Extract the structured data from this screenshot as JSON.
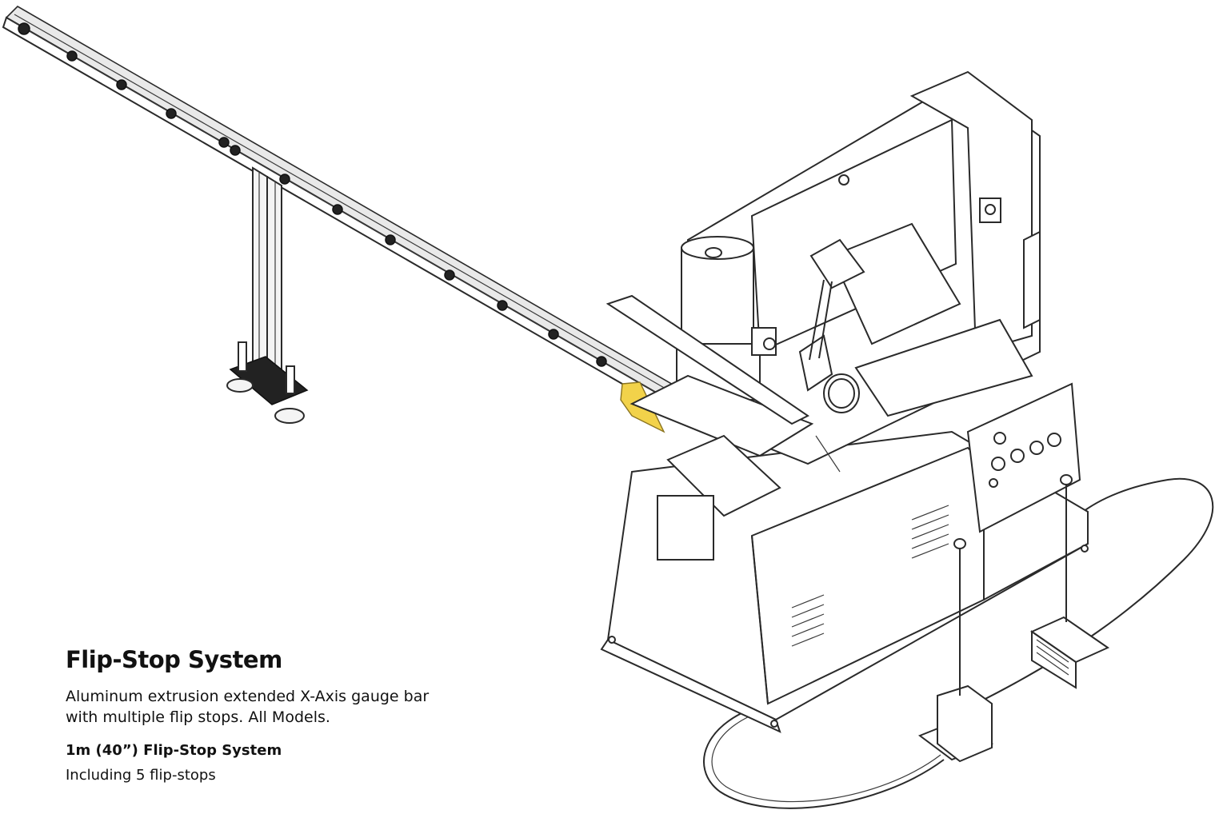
{
  "product": {
    "title": "Flip-Stop System",
    "description": "Aluminum extrusion extended X-Axis gauge bar with multiple flip stops. All Models.",
    "option_title": "1m (40”) Flip-Stop System",
    "option_detail": "Including 5 flip-stops"
  },
  "illustration": {
    "subject": "ironworker-machine-with-flip-stop-gauge-bar",
    "highlight_color": "#f2d24a"
  }
}
